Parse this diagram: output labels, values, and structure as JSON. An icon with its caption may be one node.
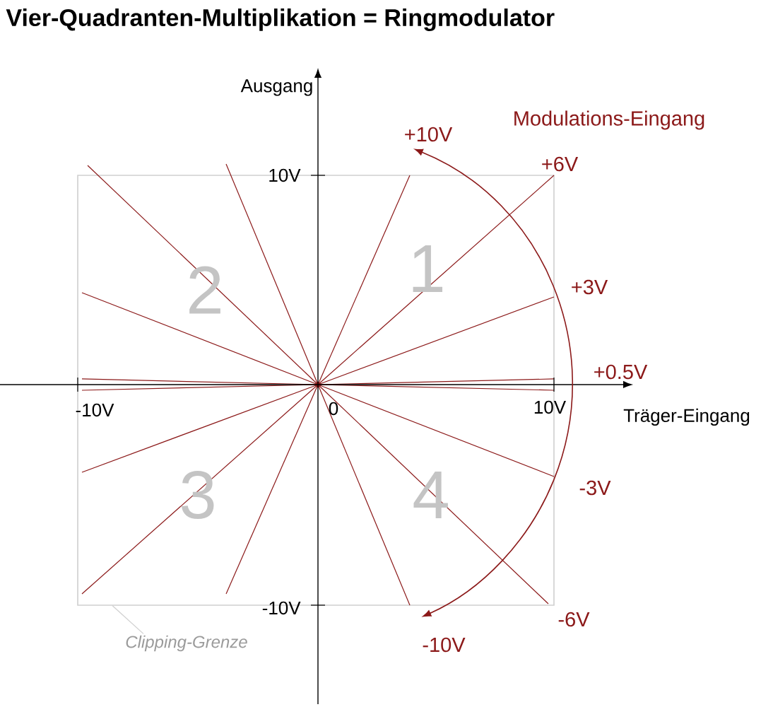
{
  "diagram": {
    "title": "Vier-Quadranten-Multiplikation = Ringmodulator",
    "nodes": [
      {
        "text": [],
        "shape": "box"
      },
      {
        "text": [
          "Clipping-Grenze"
        ]
      }
    ],
    "edges": [
      {
        "from": 1,
        "to": 0,
        "arrow": "none"
      }
    ],
    "labels": [
      "Ausgang",
      "+10V",
      "Modulations-Eingang",
      "+6V",
      "10V",
      "2",
      "1",
      "+3V",
      "+0.5V",
      "-10V",
      "0",
      "10V",
      "Träger-Eingang",
      "3",
      "4",
      "-3V",
      "-10V",
      "-6V",
      "-10V"
    ]
  }
}
